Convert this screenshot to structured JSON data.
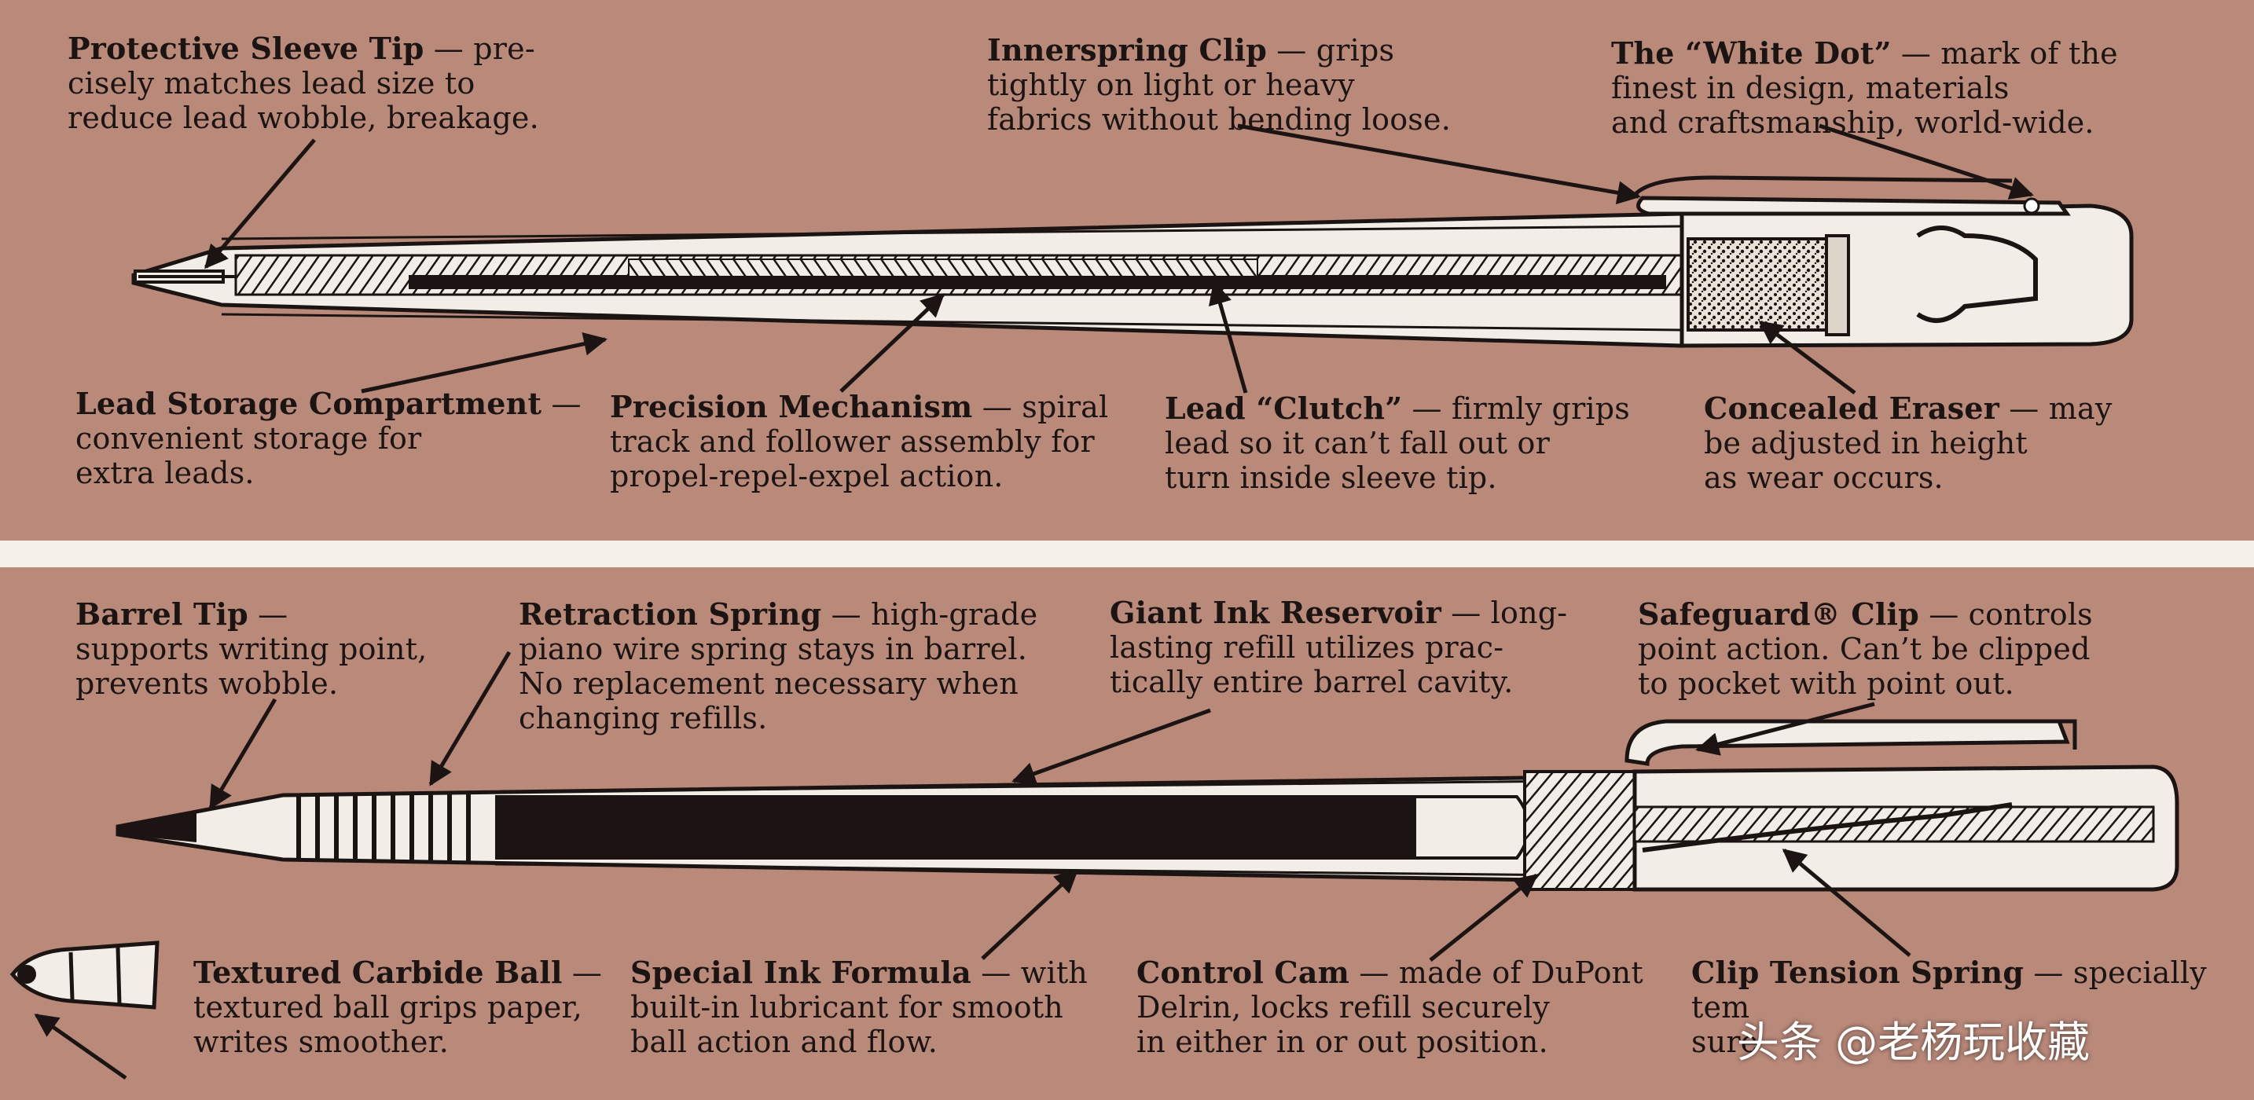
{
  "colors": {
    "panel": "#b9897a",
    "ink": "#1b1412",
    "divider": "#f4efe9",
    "metal": "#f2ede6"
  },
  "pencil_callouts": {
    "protective_sleeve_tip": {
      "title": "Protective Sleeve Tip",
      "l1": " — pre-",
      "l2": "cisely matches lead size to",
      "l3": "reduce lead wobble, breakage."
    },
    "innerspring_clip": {
      "title": "Innerspring Clip",
      "l1": " — grips",
      "l2": "tightly on light or heavy",
      "l3": "fabrics without bending loose."
    },
    "white_dot": {
      "title": "The “White Dot”",
      "l1": " — mark of the",
      "l2": "finest in design, materials",
      "l3": "and craftsmanship, world-wide."
    },
    "lead_storage": {
      "title": "Lead Storage Compartment",
      "l1": " —",
      "l2": "convenient storage for",
      "l3": "extra leads."
    },
    "precision_mechanism": {
      "title": "Precision Mechanism",
      "l1": " — spiral",
      "l2": "track and follower assembly for",
      "l3": "propel-repel-expel action."
    },
    "lead_clutch": {
      "title": "Lead “Clutch”",
      "l1": " — firmly grips",
      "l2": "lead so it can’t fall out or",
      "l3": "turn inside sleeve tip."
    },
    "concealed_eraser": {
      "title": "Concealed Eraser",
      "l1": " — may",
      "l2": "be adjusted in height",
      "l3": "as wear occurs."
    }
  },
  "pen_callouts": {
    "barrel_tip": {
      "title": "Barrel Tip",
      "l1": " —",
      "l2": "supports writing point,",
      "l3": "prevents wobble."
    },
    "retraction_spring": {
      "title": "Retraction Spring",
      "l1": " — high-grade",
      "l2": "piano wire spring stays in barrel.",
      "l3": "No replacement necessary when",
      "l4": "changing refills."
    },
    "giant_ink_reservoir": {
      "title": "Giant Ink Reservoir",
      "l1": " — long-",
      "l2": "lasting refill utilizes prac-",
      "l3": "tically entire barrel cavity."
    },
    "safeguard_clip": {
      "title": "Safeguard® Clip",
      "l1": " — controls",
      "l2": "point action. Can’t be clipped",
      "l3": "to pocket with point out."
    },
    "textured_carbide_ball": {
      "title": "Textured Carbide Ball",
      "l1": " —",
      "l2": "textured ball grips paper,",
      "l3": "writes smoother."
    },
    "special_ink_formula": {
      "title": "Special Ink Formula",
      "l1": " — with",
      "l2": "built-in lubricant for smooth",
      "l3": "ball action and flow."
    },
    "control_cam": {
      "title": "Control Cam",
      "l1": " — made of DuPont",
      "l2": "Delrin, locks refill securely",
      "l3": "in either in or out position."
    },
    "clip_tension_spring": {
      "title": "Clip Tension Spring",
      "l1": " — specially",
      "l2": "tem",
      "l3": "sure"
    }
  },
  "watermark": "头条 @老杨玩收藏"
}
